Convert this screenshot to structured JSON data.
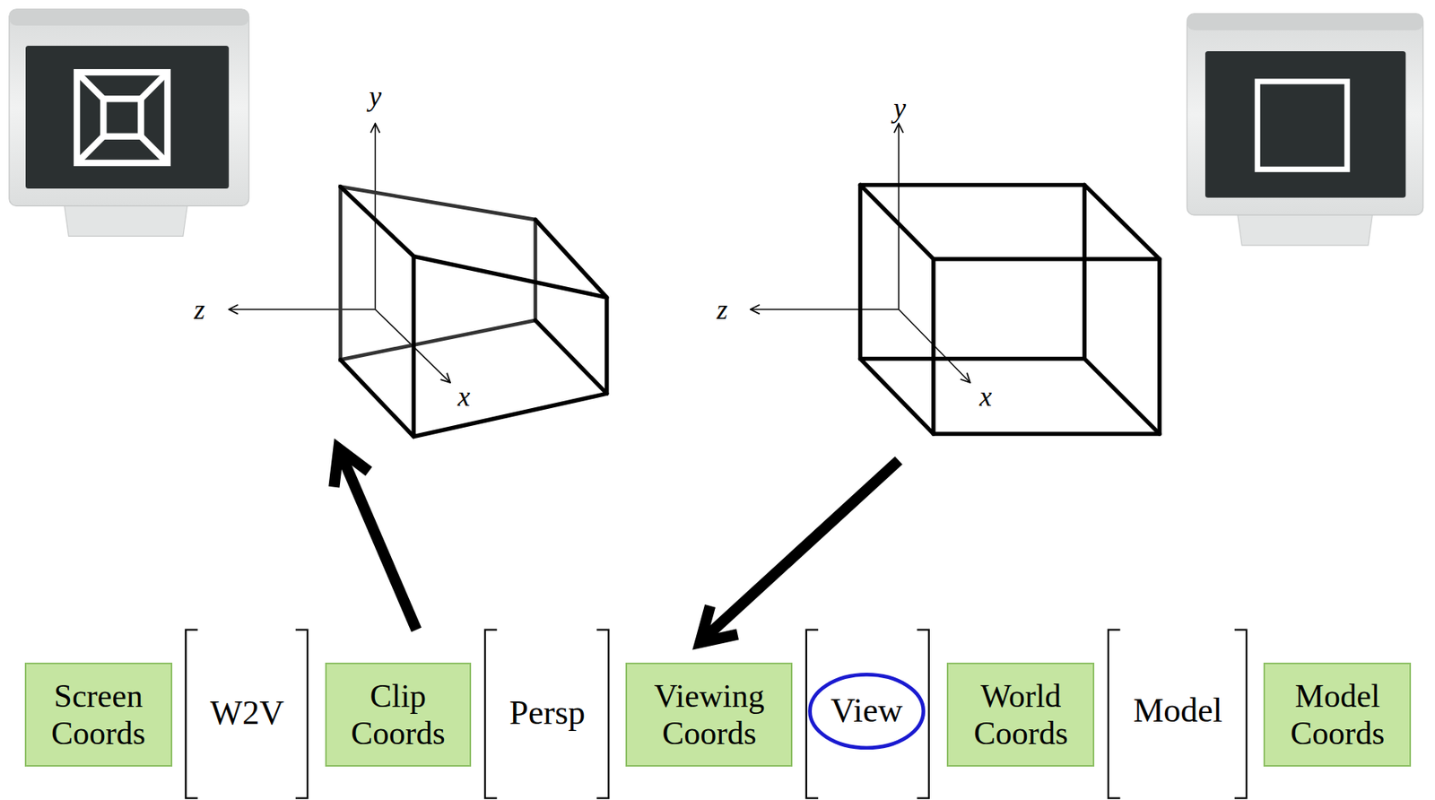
{
  "diagram": {
    "nodes": [
      {
        "text": [
          "Screen Coords"
        ]
      },
      {
        "text": [
          "Clip Coords"
        ]
      },
      {
        "text": [
          "Viewing Coords"
        ]
      },
      {
        "text": [
          "World Coords"
        ]
      },
      {
        "text": [
          "Model Coords"
        ]
      }
    ],
    "labels": [
      "W2V",
      "Persp",
      "View",
      "Model",
      "y",
      "z",
      "x",
      "y",
      "z",
      "x"
    ]
  }
}
